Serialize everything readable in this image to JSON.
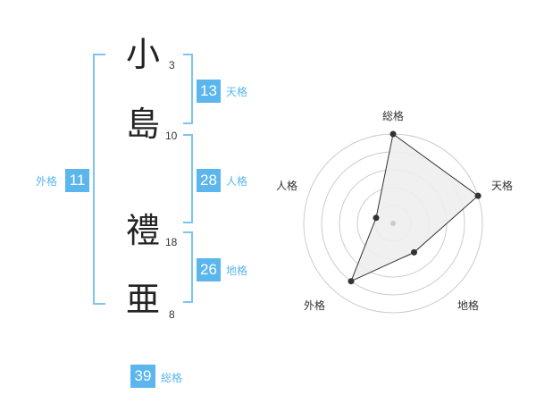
{
  "name": {
    "chars": [
      {
        "char": "小",
        "strokes": "3"
      },
      {
        "char": "島",
        "strokes": "10"
      },
      {
        "char": "禮",
        "strokes": "18"
      },
      {
        "char": "亜",
        "strokes": "8"
      }
    ]
  },
  "fortune": {
    "tenkaku": {
      "value": "13",
      "label": "天格"
    },
    "jinkaku": {
      "value": "28",
      "label": "人格"
    },
    "chikaku": {
      "value": "26",
      "label": "地格"
    },
    "gaikaku": {
      "value": "11",
      "label": "外格"
    },
    "soukaku": {
      "value": "39",
      "label": "総格"
    }
  },
  "chart_data": {
    "type": "radar",
    "axes": [
      "総格",
      "天格",
      "地格",
      "外格",
      "人格"
    ],
    "values": [
      5,
      5,
      2,
      4,
      1
    ],
    "max": 5,
    "rings": 5,
    "colors": {
      "fill": "#eeeeee",
      "line": "#333333",
      "ring": "#cccccc",
      "center": "#cccccc"
    }
  }
}
